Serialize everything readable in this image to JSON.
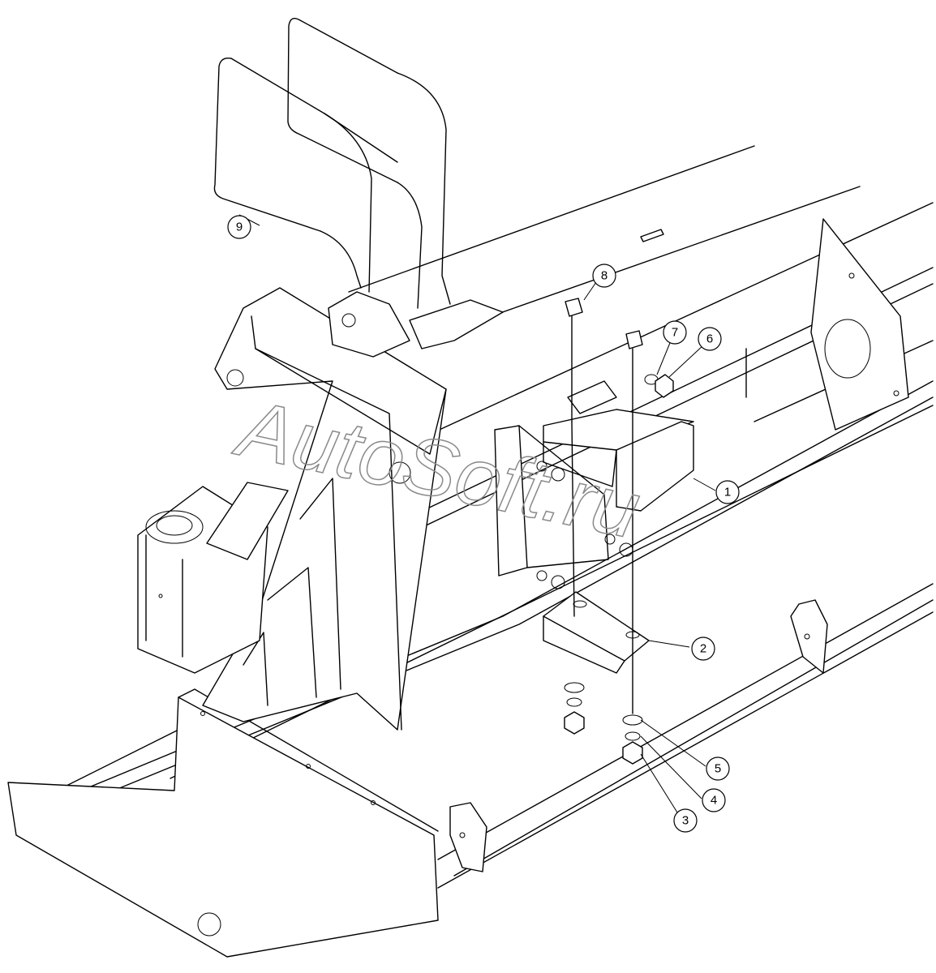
{
  "watermark": "AutoSoft.ru",
  "callouts": [
    {
      "id": "1",
      "label": "1"
    },
    {
      "id": "2",
      "label": "2"
    },
    {
      "id": "3",
      "label": "3"
    },
    {
      "id": "4",
      "label": "4"
    },
    {
      "id": "5",
      "label": "5"
    },
    {
      "id": "6",
      "label": "6"
    },
    {
      "id": "7",
      "label": "7"
    },
    {
      "id": "8",
      "label": "8"
    },
    {
      "id": "9",
      "label": "9"
    }
  ],
  "colors": {
    "line": "#000000",
    "background": "#ffffff",
    "watermark": "#8a8a8a"
  }
}
